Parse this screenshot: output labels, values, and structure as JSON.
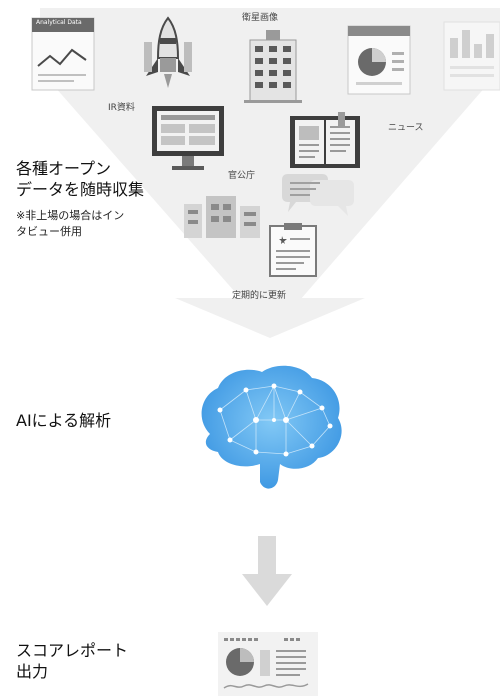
{
  "sources": {
    "analytical_doc_text": "Analytical Data",
    "satellite": "衛星画像",
    "ir": "IR資料",
    "news": "ニュース",
    "government": "官公庁",
    "update": "定期的に更新"
  },
  "steps": [
    {
      "title_lines": [
        "各種オープン",
        "データを随時収集"
      ],
      "note_lines": [
        "※非上場の場合はイン",
        "タビュー併用"
      ]
    },
    {
      "title_lines": [
        "AIによる解析"
      ]
    },
    {
      "title_lines": [
        "スコアレポート",
        "出力"
      ]
    }
  ],
  "colors": {
    "funnel": "#efefef",
    "icon_dark": "#4a4a4a",
    "icon_mid": "#9a9a9a",
    "icon_light": "#d6d6d6",
    "brain_blue": "#3aa0e8",
    "arrow": "#dadada"
  }
}
